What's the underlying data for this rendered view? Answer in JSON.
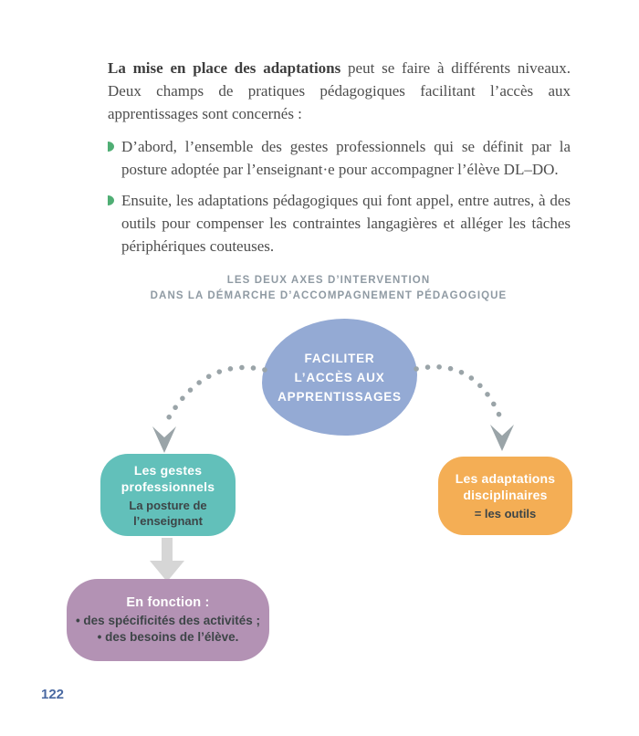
{
  "page": {
    "number": "122"
  },
  "intro": {
    "lead_bold": "La mise en place des adaptations",
    "lead_rest": " peut se faire à différents niveaux. Deux champs de pratiques pédagogiques facilitant l’accès aux apprentissages sont concernés :",
    "bullets": [
      "D’abord, l’ensemble des gestes professionnels qui se définit par la posture adoptée par l’enseignant·e pour accompagner l’élève DL–DO.",
      "Ensuite, les adaptations pédagogiques qui font appel, entre autres, à des outils pour compenser les contraintes langagières et alléger les tâches périphériques couteuses."
    ]
  },
  "diagram": {
    "title_line1": "LES DEUX AXES D’INTERVENTION",
    "title_line2": "DANS LA DÉMARCHE D’ACCOMPAGNEMENT PÉDAGOGIQUE",
    "center_bubble": {
      "lines": [
        "FACILITER",
        "L’ACCÈS AUX",
        "APPRENTISSAGES"
      ],
      "color": "#94aad4"
    },
    "left_box": {
      "title_lines": [
        "Les gestes",
        "professionnels"
      ],
      "subtitle_lines": [
        "La posture de",
        "l’enseignant"
      ],
      "color": "#62c0ba"
    },
    "right_box": {
      "title_lines": [
        "Les adaptations",
        "disciplinaires"
      ],
      "subtitle_lines": [
        "= les outils"
      ],
      "color": "#f4ae55"
    },
    "bottom_box": {
      "title": "En fonction :",
      "items": [
        "• des spécificités des activités ;",
        "• des besoins de l’élève."
      ],
      "color": "#b392b4"
    },
    "connector_color": "#9aa4a8",
    "down_arrow_color": "#d6d6d6",
    "bullet_color": "#4fae74",
    "title_color": "#8f9aa3",
    "page_number_color": "#4a69a2"
  }
}
